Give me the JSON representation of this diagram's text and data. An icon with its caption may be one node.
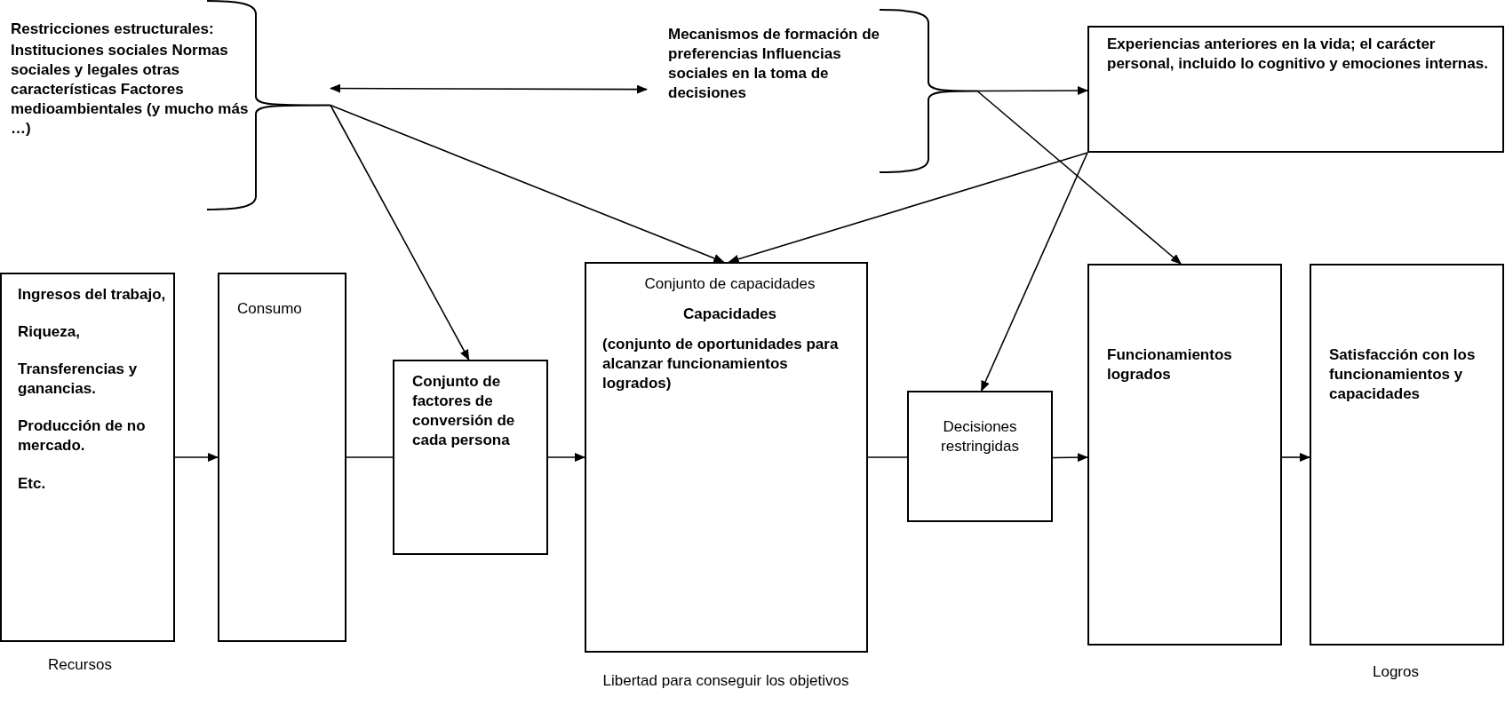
{
  "diagram": {
    "nodes": [
      {
        "text": [
          "Restricciones estructurales:",
          "Instituciones sociales Normas sociales y legales otras características Factores medioambientales (y mucho más …)"
        ]
      },
      {
        "text": [
          "Mecanismos de formación de preferencias Influencias sociales en la toma de decisiones"
        ]
      },
      {
        "text": [
          "Experiencias anteriores en la vida; el carácter personal, incluido lo cognitivo y emociones internas."
        ]
      },
      {
        "text": [
          "Ingresos del trabajo,",
          "Riqueza,",
          "Transferencias y ganancias.",
          "Producción de no mercado.",
          "Etc."
        ],
        "beside": [
          "Recursos"
        ]
      },
      {
        "text": [
          "Consumo"
        ]
      },
      {
        "text": [
          "Conjunto de factores de conversión de cada persona"
        ]
      },
      {
        "text": [
          "Conjunto de capacidades",
          "Capacidades",
          "(conjunto de oportunidades para alcanzar funcionamientos logrados)"
        ],
        "beside": [
          "Libertad para conseguir los objetivos"
        ]
      },
      {
        "text": [
          "Decisiones restringidas"
        ]
      },
      {
        "text": [
          "Funcionamientos logrados"
        ]
      },
      {
        "text": [
          "Satisfacción con los funcionamientos y capacidades"
        ],
        "beside": [
          "Logros"
        ]
      }
    ],
    "edges": [
      {
        "from": 0,
        "to": 1,
        "arrow": "both"
      },
      {
        "from": 0,
        "to": 6,
        "arrow": "to"
      },
      {
        "from": 0,
        "to": 5,
        "arrow": "to"
      },
      {
        "from": 1,
        "to": 2,
        "arrow": "to"
      },
      {
        "from": 1,
        "to": 8,
        "arrow": "to"
      },
      {
        "from": 2,
        "to": 6,
        "arrow": "to"
      },
      {
        "from": 2,
        "to": 7,
        "arrow": "to"
      },
      {
        "from": 3,
        "to": 4,
        "arrow": "to"
      },
      {
        "from": 4,
        "to": 5,
        "arrow": "none"
      },
      {
        "from": 5,
        "to": 6,
        "arrow": "to"
      },
      {
        "from": 6,
        "to": 7,
        "arrow": "none"
      },
      {
        "from": 7,
        "to": 8,
        "arrow": "to"
      },
      {
        "from": 8,
        "to": 9,
        "arrow": "to"
      }
    ]
  }
}
